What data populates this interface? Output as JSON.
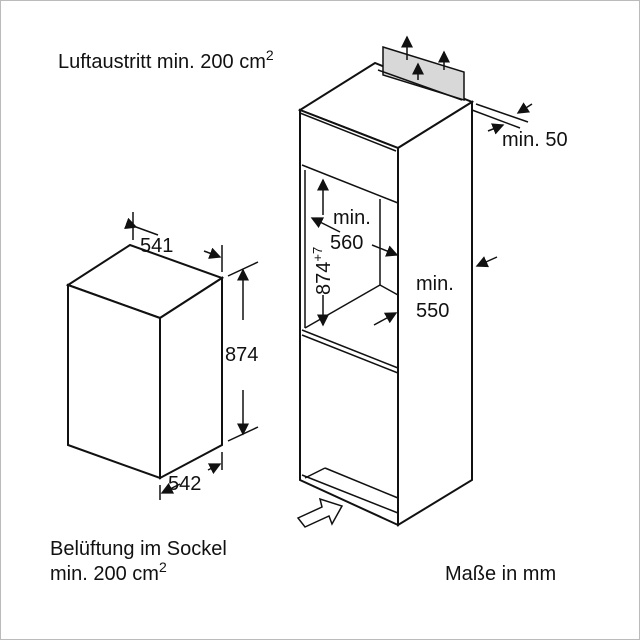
{
  "labels": {
    "air_outlet": "Luftaustritt min. 200 cm",
    "air_outlet_sup": "2",
    "ventilation_line1": "Belüftung im Sockel",
    "ventilation_line2": "min. 200 cm",
    "ventilation_sup": "2",
    "units": "Maße in mm"
  },
  "appliance": {
    "width": "541",
    "height": "874",
    "depth": "542"
  },
  "niche": {
    "height": "874",
    "height_tolerance": "+7",
    "depth_label": "min.",
    "depth": "560",
    "cabinet_depth_label": "min.",
    "cabinet_depth": "550",
    "rear_gap_label": "min. 50"
  }
}
